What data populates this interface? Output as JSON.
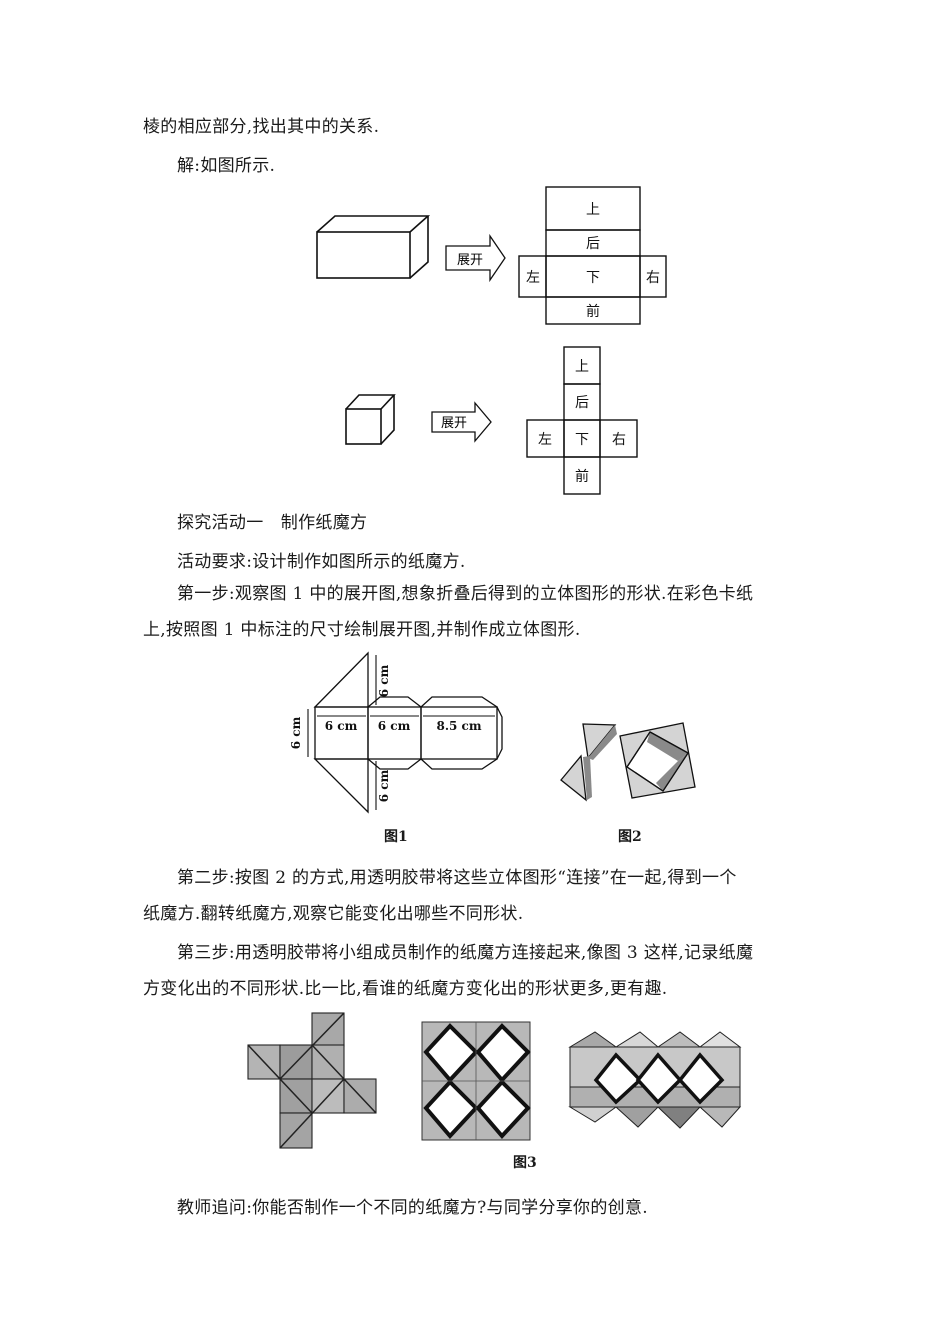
{
  "paragraphs": {
    "p1": "棱的相应部分,找出其中的关系.",
    "p2": "解:如图所示.",
    "p3": "探究活动一　制作纸魔方",
    "p4": "活动要求:设计制作如图所示的纸魔方.",
    "p5a": "第一步:观察图 1 中的展开图,想象折叠后得到的立体图形的形状.在彩色卡纸",
    "p5b": "上,按照图 1 中标注的尺寸绘制展开图,并制作成立体图形.",
    "p6a": "第二步:按图 2 的方式,用透明胶带将这些立体图形“连接”在一起,得到一个",
    "p6b": "纸魔方.翻转纸魔方,观察它能变化出哪些不同形状.",
    "p7a": "第三步:用透明胶带将小组成员制作的纸魔方连接起来,像图 3 这样,记录纸魔",
    "p7b": "方变化出的不同形状.比一比,看谁的纸魔方变化出的形状更多,更有趣.",
    "p8": "教师追问:你能否制作一个不同的纸魔方?与同学分享你的创意."
  },
  "diagram_cuboid": {
    "arrow_label": "展开",
    "faces": {
      "top": "上",
      "back": "后",
      "left": "左",
      "bottom": "下",
      "right": "右",
      "front": "前"
    }
  },
  "diagram_cube": {
    "arrow_label": "展开",
    "faces": {
      "top": "上",
      "back": "后",
      "left": "左",
      "bottom": "下",
      "right": "右",
      "front": "前"
    }
  },
  "figure1": {
    "caption": "图1",
    "dims": {
      "left_height": "6 cm",
      "w1": "6 cm",
      "w2": "6 cm",
      "w3": "8.5 cm",
      "top": "6 cm",
      "bottom": "6 cm"
    }
  },
  "figure2": {
    "caption": "图2"
  },
  "figure3": {
    "caption": "图3"
  }
}
